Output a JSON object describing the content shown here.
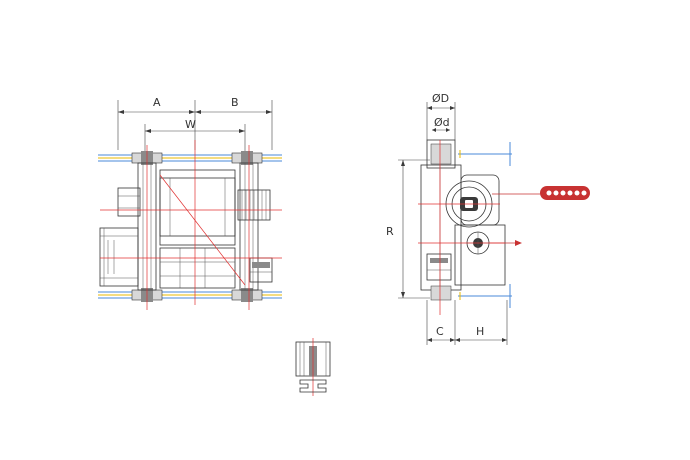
{
  "labels": {
    "dim_a": "A",
    "dim_b": "B",
    "dim_w": "W",
    "dim_phi_big_d": "ØD",
    "dim_phi_small_d": "Ød",
    "dim_r": "R",
    "dim_c": "C",
    "dim_h": "H"
  },
  "colors": {
    "line": "#333333",
    "centerline": "#e03030",
    "rail": "#4a8ad8",
    "rail_accent": "#e8b800",
    "pendant": "#c83232"
  }
}
